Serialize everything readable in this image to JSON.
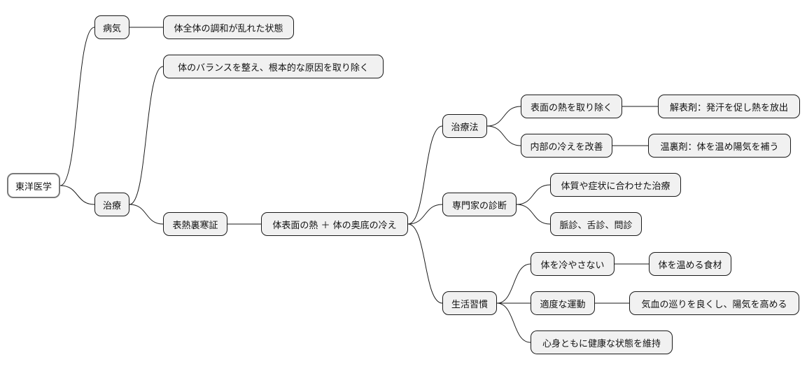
{
  "root": "東洋医学",
  "n_byoki": "病気",
  "n_byoki_desc": "体全体の調和が乱れた状態",
  "n_chiryo": "治療",
  "n_chiryo_desc": "体のバランスを整え、根本的な原因を取り除く",
  "n_hyonetsu": "表熱裏寒証",
  "n_center": "体表面の熱 ＋ 体の奥底の冷え",
  "n_ryoho": "治療法",
  "n_ryoho_1": "表面の熱を取り除く",
  "n_ryoho_1a": "解表剤：発汗を促し熱を放出",
  "n_ryoho_2": "内部の冷えを改善",
  "n_ryoho_2a": "温裏剤：体を温め陽気を補う",
  "n_senmon": "専門家の診断",
  "n_senmon_1": "体質や症状に合わせた治療",
  "n_senmon_2": "脈診、舌診、問診",
  "n_seikatsu": "生活習慣",
  "n_seikatsu_1": "体を冷やさない",
  "n_seikatsu_1a": "体を温める食材",
  "n_seikatsu_2": "適度な運動",
  "n_seikatsu_2a": "気血の巡りを良くし、陽気を高める",
  "n_seikatsu_3": "心身ともに健康な状態を維持"
}
